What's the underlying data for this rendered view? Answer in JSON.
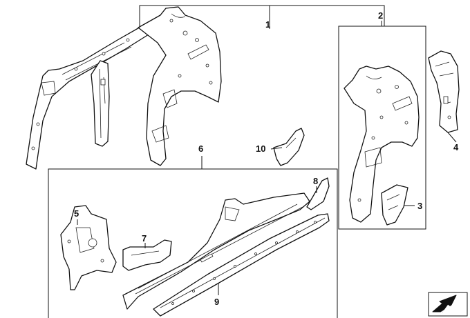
{
  "callouts": {
    "c1": "1",
    "c2": "2",
    "c3": "3",
    "c4": "4",
    "c5": "5",
    "c6": "6",
    "c7": "7",
    "c8": "8",
    "c9": "9",
    "c10": "10"
  },
  "colors": {
    "line": "#111111",
    "background": "#ffffff"
  },
  "icons": {
    "corner": "orientation-arrow-icon"
  }
}
